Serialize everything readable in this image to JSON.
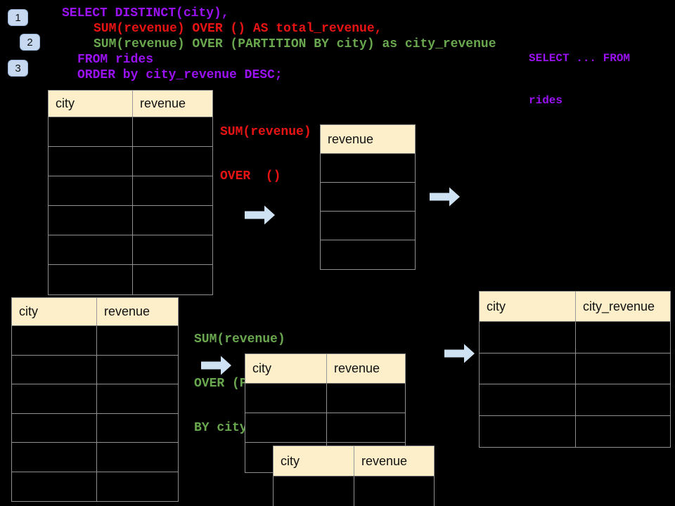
{
  "badges": [
    {
      "label": "1"
    },
    {
      "label": "2"
    },
    {
      "label": "3"
    }
  ],
  "sql": {
    "lines": [
      {
        "text": "SELECT DISTINCT(city),",
        "color": "purple"
      },
      {
        "text": "SUM(revenue) OVER () AS total_revenue,",
        "color": "red"
      },
      {
        "text": "SUM(revenue) OVER (PARTITION BY city) as city_revenue",
        "color": "green"
      },
      {
        "text": "FROM rides",
        "color": "purple"
      },
      {
        "text": "ORDER by city_revenue DESC;",
        "color": "purple"
      }
    ]
  },
  "note": {
    "line1": "SELECT ... FROM",
    "line2": "rides"
  },
  "labels": {
    "total_revenue": {
      "line1": "SUM(revenue)",
      "line2": "OVER  ()"
    },
    "city_revenue": {
      "line1": "SUM(revenue)",
      "line2": "OVER (PARTITION",
      "line3": "BY city)"
    }
  },
  "tables": {
    "rides_top": {
      "headers": [
        "city",
        "revenue"
      ],
      "rows": 6
    },
    "total": {
      "headers": [
        "revenue"
      ],
      "rows": 4
    },
    "rides_bottom": {
      "headers": [
        "city",
        "revenue"
      ],
      "rows": 6
    },
    "partition_a": {
      "headers": [
        "city",
        "revenue"
      ],
      "rows": 3
    },
    "partition_b": {
      "headers": [
        "city",
        "revenue"
      ],
      "rows": 1
    },
    "result": {
      "headers": [
        "city",
        "city_revenue"
      ],
      "rows": 4
    }
  },
  "colors": {
    "background": "#000000",
    "code_purple": "#9a12f2",
    "code_red": "#e81414",
    "code_green": "#6aa84f",
    "table_header_fill": "#fcefc9",
    "table_border": "#8f8f8f",
    "arrow_fill": "#cfe2f3",
    "badge_fill": "#c6d9f1"
  }
}
